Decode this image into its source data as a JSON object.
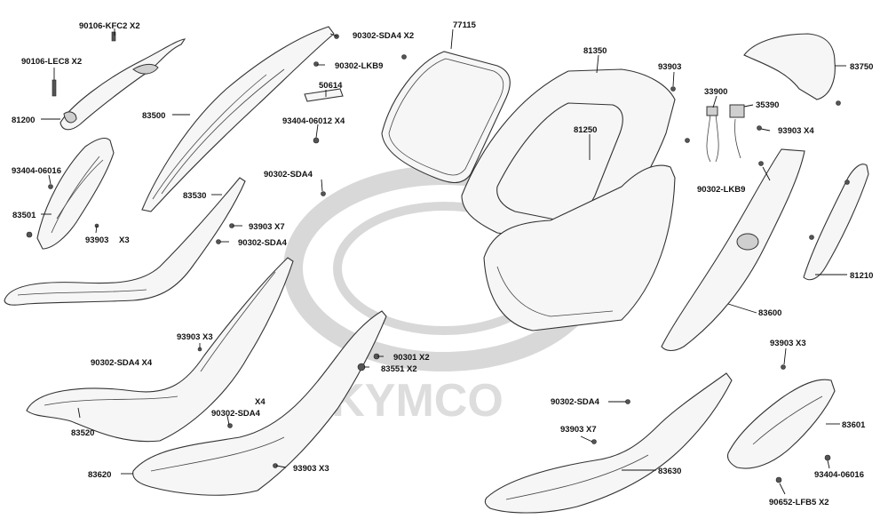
{
  "watermark": {
    "text": "KYMCO"
  },
  "labels": [
    "90106-KFC2 X2",
    "90106-LEC8 X2",
    "81200",
    "93404-06016",
    "83501",
    "93903",
    "X3",
    "83500",
    "90302-SDA4 X2",
    "90302-LKB9",
    "50614",
    "93404-06012 X4",
    "90302-SDA4",
    "83530",
    "93903 X7",
    "90302-SDA4",
    "83520",
    "90302-SDA4 X4",
    "93903 X3",
    "X4",
    "90302-SDA4",
    "83620",
    "93903 X3",
    "90301 X2",
    "83551 X2",
    "77115",
    "81350",
    "93903",
    "81250",
    "33900",
    "35390",
    "93903 X4",
    "83750",
    "90302-LKB9",
    "81210",
    "83600",
    "93903 X3",
    "83601",
    "93404-06016",
    "90652-LFB5 X2",
    "90302-SDA4",
    "93903 X7",
    "83630"
  ]
}
